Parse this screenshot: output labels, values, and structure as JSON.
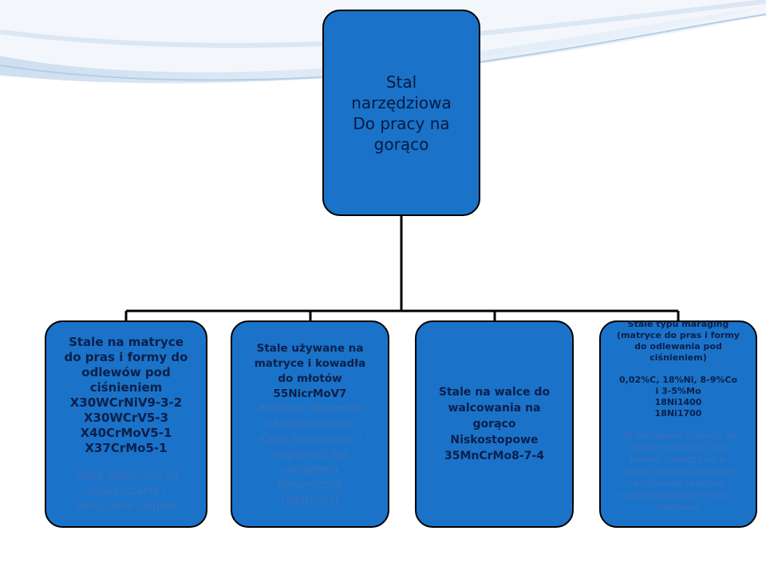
{
  "root": {
    "lines": [
      "Stal",
      "narzędziowa",
      "Do pracy na",
      "gorąco"
    ]
  },
  "leaves": [
    {
      "bold_lines": [
        "Stale na matryce",
        "do pras i formy do",
        "odlewów pod",
        "ciśnieniem",
        "X30WCrNiV9-3-2",
        "X30WCrV5-3",
        "X40CrMoV5-1",
        "X37CrMo5-1"
      ],
      "muted_lines": [
        "-duża odporność na",
        "odpuszczanie i",
        "zmęczenie cieplne"
      ]
    },
    {
      "bold_lines": [
        "Stale używane na",
        "matryce i kowadła",
        "do młotów",
        "55NicrMoV7"
      ],
      "muted_lines": [
        "-Nieduża odporność",
        "na odpuszczanie",
        "-Duża hartowność i",
        "odporność na",
        "obciążenia",
        "dynamiczne",
        "(udarność)"
      ]
    },
    {
      "bold_lines": [
        "Stale na walce do",
        "walcowania na",
        "gorąco",
        "Niskostopowe",
        "35MnCrMo8-7-4"
      ]
    },
    {
      "bold_lines_1": [
        "Stale typu maraging",
        "(matryce do pras i formy",
        "do odlewania pod",
        "ciśnieniem)"
      ],
      "bold_lines_2": [
        "0,02%C, 18%Ni, 8-9%Co",
        "i 3-5%Mo",
        "18Ni1400",
        "18Ni1700"
      ],
      "muted_lines": [
        "-Po hartowaniu uzyskuje się",
        "miękki martenzyt, który",
        "później utwardza się w",
        "wyniku starzenia skutkiem",
        "wydzielania związków",
        "międzymetalicznych (nikiel –",
        "molibden)"
      ]
    }
  ],
  "colors": {
    "box_fill": "#1a73c8",
    "box_border": "#000000",
    "connector": "#000000",
    "bold_text": "#0b1f4a",
    "muted_text": "#3f6fb8"
  }
}
